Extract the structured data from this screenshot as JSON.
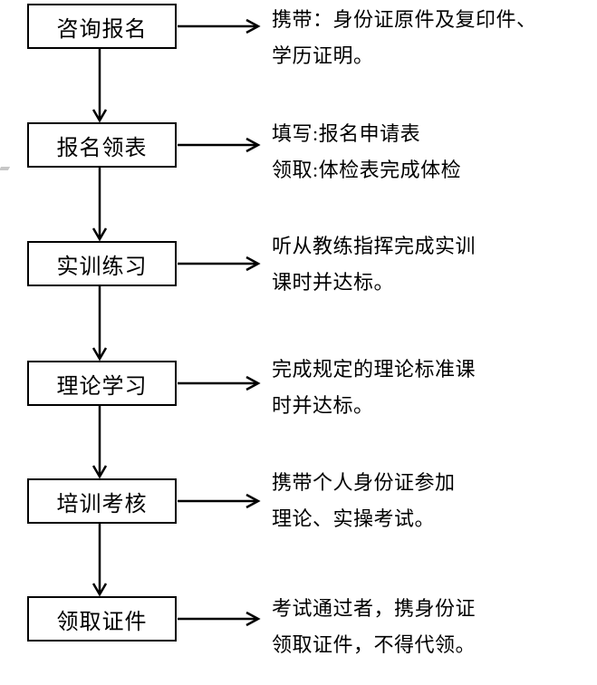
{
  "flowchart": {
    "title": "training-enrollment-process",
    "steps": [
      {
        "label": "咨询报名",
        "note_lines": [
          "携带：身份证原件及复印件、",
          "学历证明。"
        ]
      },
      {
        "label": "报名领表",
        "note_lines": [
          "填写:报名申请表",
          "领取:体检表完成体检"
        ]
      },
      {
        "label": "实训练习",
        "note_lines": [
          "听从教练指挥完成实训",
          "课时并达标。"
        ]
      },
      {
        "label": "理论学习",
        "note_lines": [
          "完成规定的理论标准课",
          "时并达标。"
        ]
      },
      {
        "label": "培训考核",
        "note_lines": [
          "携带个人身份证参加",
          "理论、实操考试。"
        ]
      },
      {
        "label": "领取证件",
        "note_lines": [
          "考试通过者，携身份证",
          "领取证件，不得代领。"
        ]
      }
    ],
    "colors": {
      "line": "#000000",
      "box_border": "#000000",
      "text": "#000000",
      "background": "#ffffff"
    }
  }
}
